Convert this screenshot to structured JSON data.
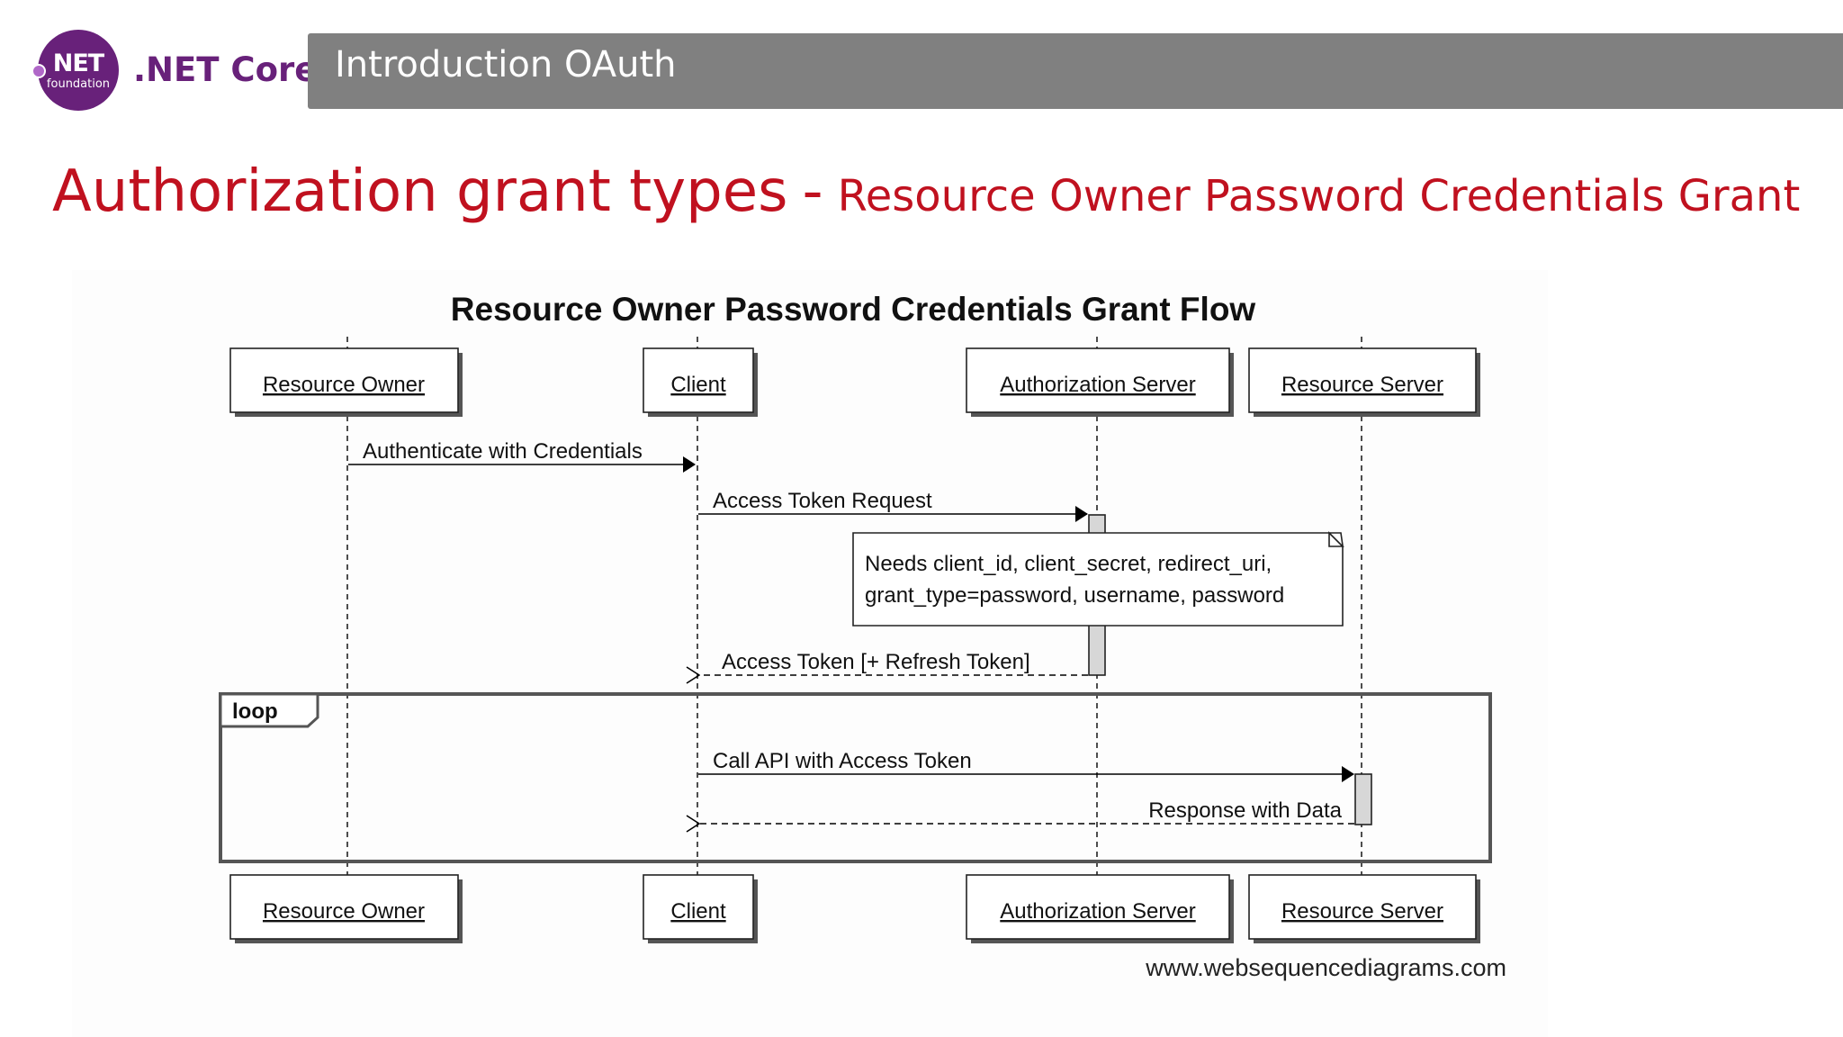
{
  "header": {
    "logo": {
      "text": "NET",
      "subtext": "foundation"
    },
    "brand": ".NET Core",
    "bar_title": "Introduction OAuth"
  },
  "slide": {
    "title": "Authorization grant types",
    "separator": "-",
    "subtitle": "Resource Owner Password Credentials Grant"
  },
  "diagram": {
    "title": "Resource Owner Password Credentials Grant Flow",
    "participants": [
      {
        "name": "Resource Owner"
      },
      {
        "name": "Client"
      },
      {
        "name": "Authorization Server"
      },
      {
        "name": "Resource Server"
      }
    ],
    "messages": [
      {
        "label": "Authenticate with Credentials",
        "from": "Resource Owner",
        "to": "Client",
        "style": "solid"
      },
      {
        "label": "Access Token Request",
        "from": "Client",
        "to": "Authorization Server",
        "style": "solid"
      },
      {
        "label": "Access Token [+ Refresh Token]",
        "from": "Authorization Server",
        "to": "Client",
        "style": "dashed"
      },
      {
        "label": "Call API with Access Token",
        "from": "Client",
        "to": "Resource Server",
        "style": "solid"
      },
      {
        "label": "Response with Data",
        "from": "Resource Server",
        "to": "Client",
        "style": "dashed"
      }
    ],
    "note": {
      "lines": [
        "Needs client_id, client_secret, redirect_uri,",
        "grant_type=password, username, password"
      ]
    },
    "loop_label": "loop",
    "credit": "www.websequencediagrams.com"
  },
  "colors": {
    "brand_purple": "#68217a",
    "title_red": "#c0111f",
    "bar_gray": "#808080"
  }
}
